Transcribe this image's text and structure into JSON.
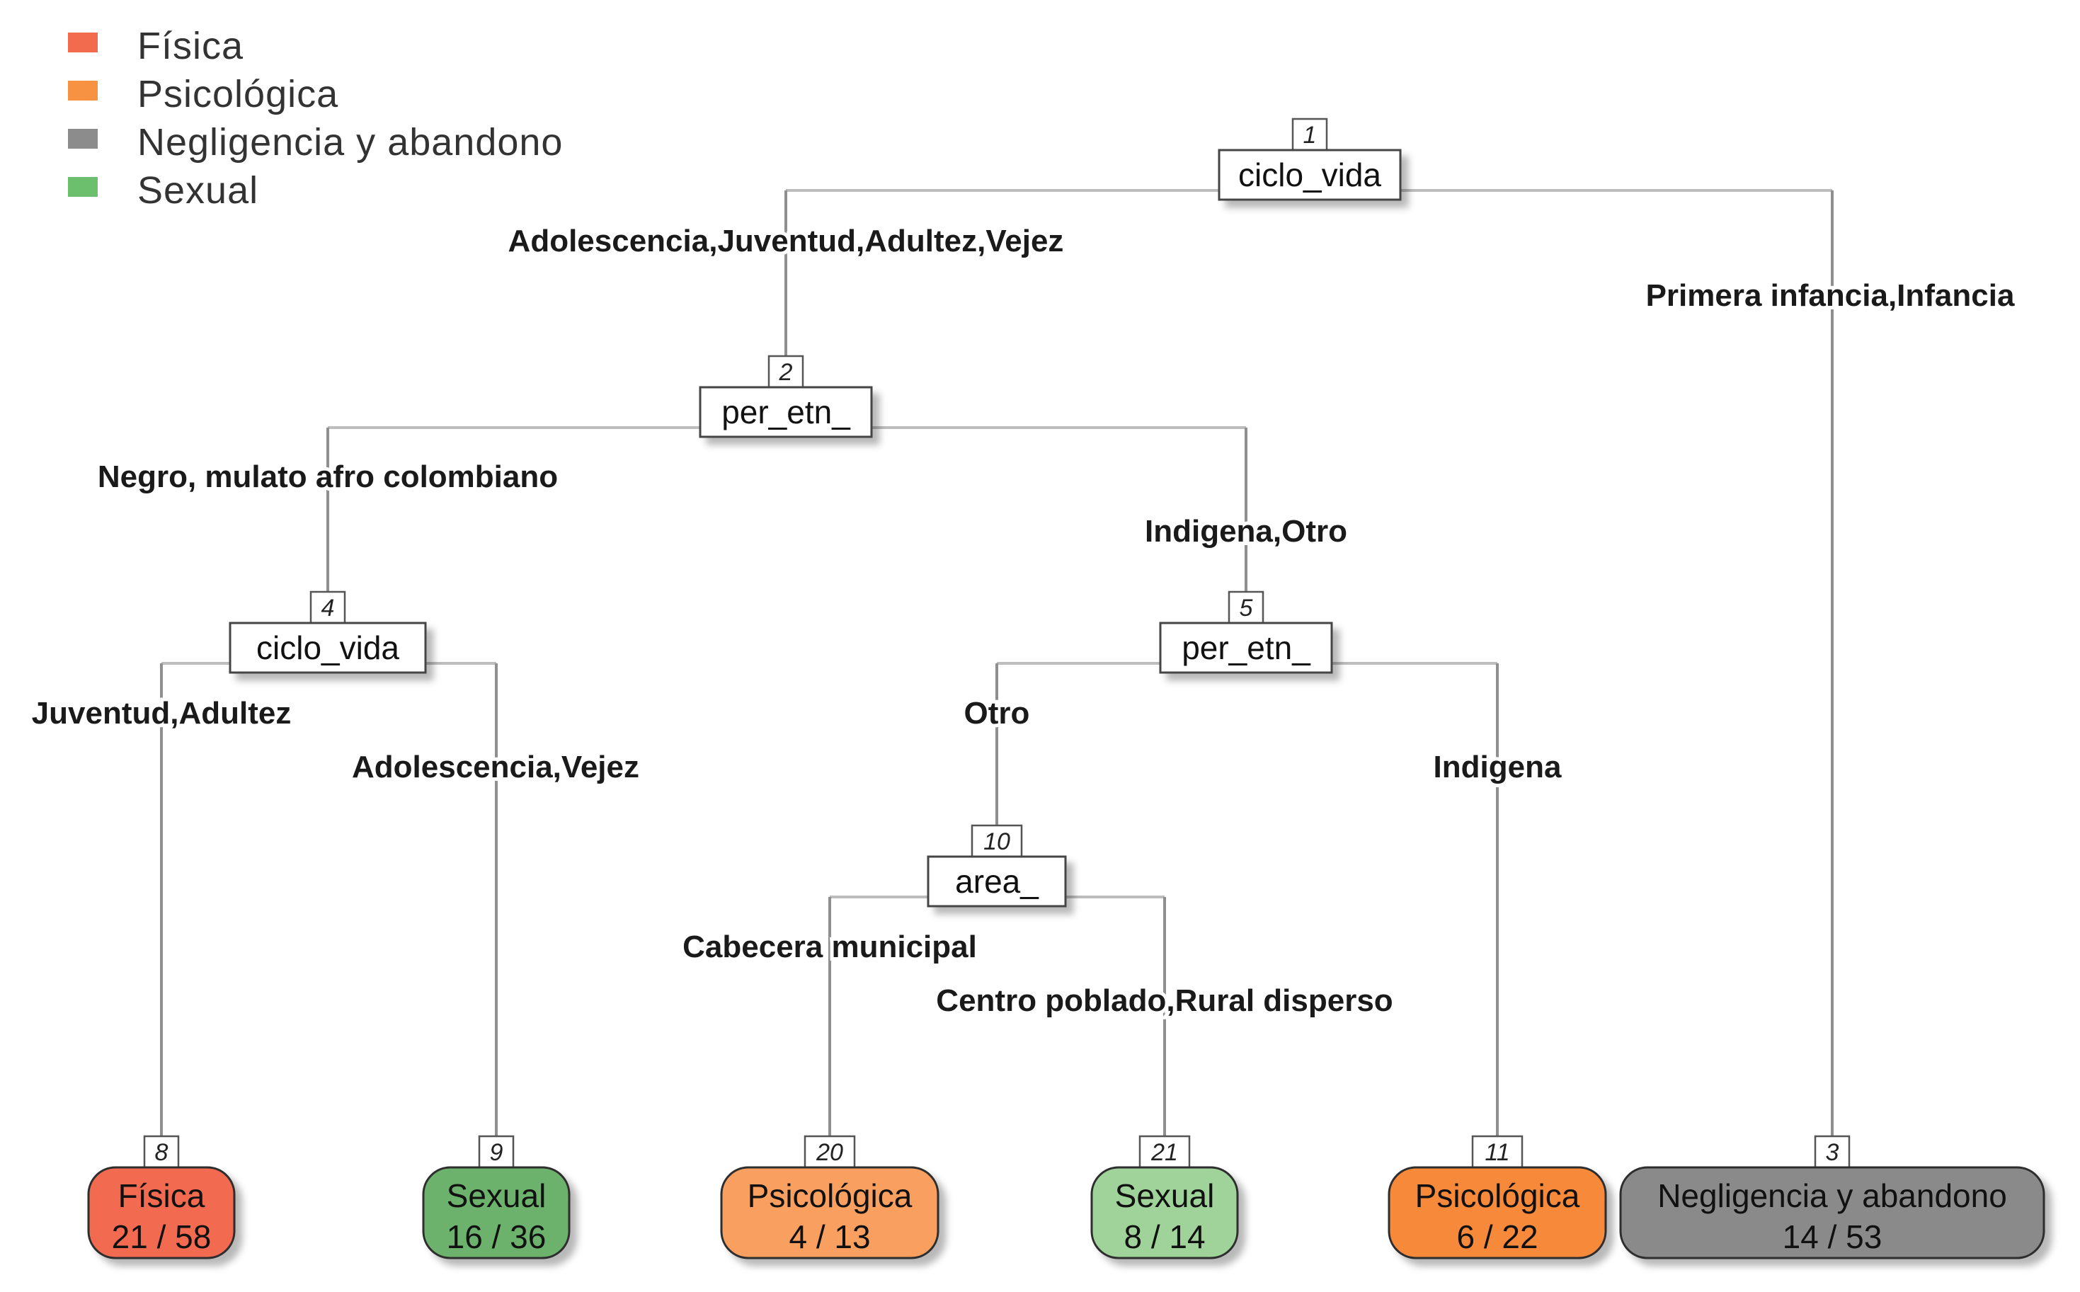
{
  "legend": [
    {
      "label": "Física",
      "color": "#f26b4f"
    },
    {
      "label": "Psicológica",
      "color": "#f79243"
    },
    {
      "label": "Negligencia y abandono",
      "color": "#8c8c8c"
    },
    {
      "label": "Sexual",
      "color": "#6cbf6c"
    }
  ],
  "tree": {
    "splits": [
      {
        "id": "1",
        "variable": "ciclo_vida"
      },
      {
        "id": "2",
        "variable": "per_etn_"
      },
      {
        "id": "4",
        "variable": "ciclo_vida"
      },
      {
        "id": "5",
        "variable": "per_etn_"
      },
      {
        "id": "10",
        "variable": "area_"
      }
    ],
    "branches": [
      {
        "from": "1",
        "to": "2",
        "label": "Adolescencia,Juventud,Adultez,Vejez"
      },
      {
        "from": "1",
        "to": "3",
        "label": "Primera infancia,Infancia"
      },
      {
        "from": "2",
        "to": "4",
        "label": "Negro, mulato afro colombiano"
      },
      {
        "from": "2",
        "to": "5",
        "label": "Indigena,Otro"
      },
      {
        "from": "4",
        "to": "8",
        "label": "Juventud,Adultez"
      },
      {
        "from": "4",
        "to": "9",
        "label": "Adolescencia,Vejez"
      },
      {
        "from": "5",
        "to": "10",
        "label": "Otro"
      },
      {
        "from": "5",
        "to": "11",
        "label": "Indigena"
      },
      {
        "from": "10",
        "to": "20",
        "label": "Cabecera municipal"
      },
      {
        "from": "10",
        "to": "21",
        "label": "Centro poblado,Rural disperso"
      }
    ],
    "leaves": [
      {
        "id": "8",
        "class": "Física",
        "count": "21 / 58",
        "color": "#f26b4f"
      },
      {
        "id": "9",
        "class": "Sexual",
        "count": "16 / 36",
        "color": "#6cb26c"
      },
      {
        "id": "20",
        "class": "Psicológica",
        "count": "4 / 13",
        "color": "#f9a060"
      },
      {
        "id": "21",
        "class": "Sexual",
        "count": "8 / 14",
        "color": "#9fd39a"
      },
      {
        "id": "11",
        "class": "Psicológica",
        "count": "6 / 22",
        "color": "#f7893a"
      },
      {
        "id": "3",
        "class": "Negligencia y abandono",
        "count": "14 / 53",
        "color": "#8a8a8a"
      }
    ]
  }
}
